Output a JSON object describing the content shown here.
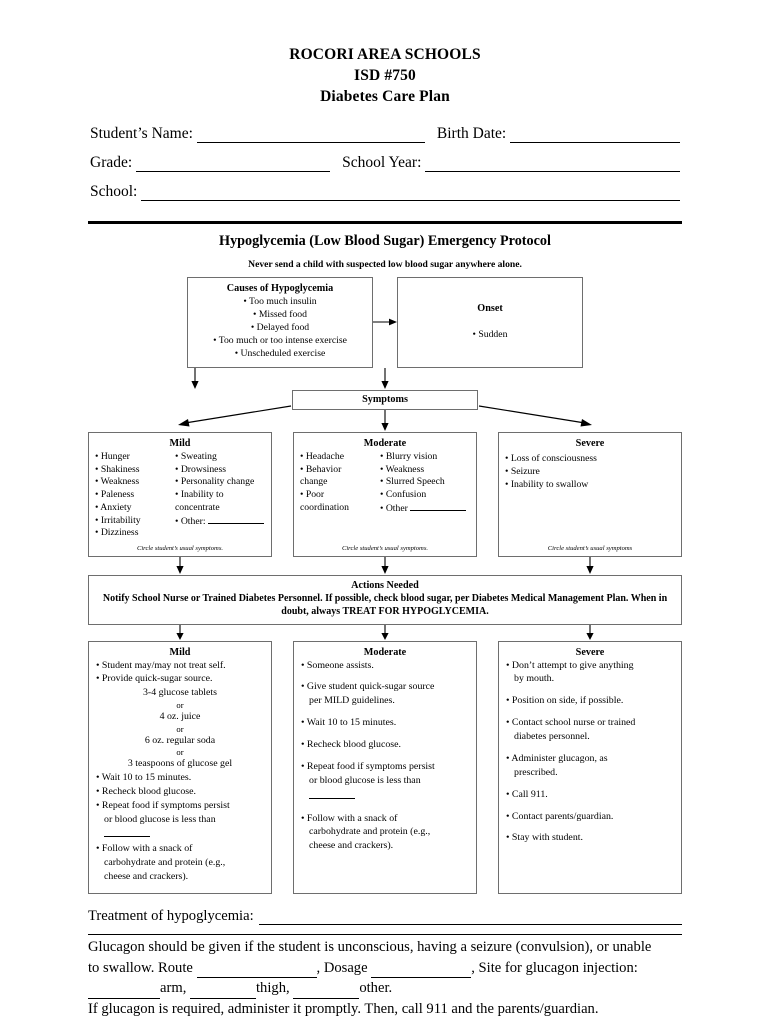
{
  "header": {
    "line1": "ROCORI AREA SCHOOLS",
    "line2": "ISD #750",
    "line3": "Diabetes Care Plan"
  },
  "form": {
    "student_name_label": "Student’s Name:",
    "birth_date_label": "Birth Date:",
    "grade_label": "Grade:",
    "school_year_label": "School Year:",
    "school_label": "School:"
  },
  "protocol": {
    "title": "Hypoglycemia (Low Blood Sugar) Emergency Protocol",
    "warning": "Never send a child with suspected low blood sugar anywhere alone."
  },
  "causes": {
    "title": "Causes of Hypoglycemia",
    "items": [
      "• Too much insulin",
      "• Missed food",
      "• Delayed food",
      "• Too much or too intense exercise",
      "• Unscheduled exercise"
    ]
  },
  "onset": {
    "title": "Onset",
    "item": "• Sudden"
  },
  "symptoms_bar": {
    "title": "Symptoms"
  },
  "symptoms": {
    "mild": {
      "title": "Mild",
      "col_a": [
        "• Hunger",
        "• Shakiness",
        "• Weakness",
        "• Paleness",
        "• Anxiety",
        "• Irritability",
        "• Dizziness"
      ],
      "col_b": [
        "• Sweating",
        "• Drowsiness",
        "• Personality change",
        "• Inability to",
        "   concentrate"
      ],
      "other_label": "• Other:",
      "note": "Circle student’s usual symptoms."
    },
    "moderate": {
      "title": "Moderate",
      "col_a": [
        "• Headache",
        "• Behavior",
        "   change",
        "• Poor",
        "   coordination"
      ],
      "col_b": [
        "• Blurry vision",
        "• Weakness",
        "• Slurred Speech",
        "• Confusion"
      ],
      "other_label": "• Other",
      "note": "Circle student’s usual symptoms."
    },
    "severe": {
      "title": "Severe",
      "items": [
        "• Loss of consciousness",
        "• Seizure",
        "• Inability to swallow"
      ],
      "note": "Circle student’s usual symptoms"
    }
  },
  "actions_needed": {
    "title": "Actions Needed",
    "body": "Notify School Nurse or Trained Diabetes Personnel.  If possible, check blood sugar, per Diabetes Medical Management Plan. When in doubt, always TREAT FOR HYPOGLYCEMIA."
  },
  "actions": {
    "mild": {
      "title": "Mild",
      "item1": "• Student may/may not treat self.",
      "item2": "• Provide quick-sugar source.",
      "options": [
        "3-4 glucose tablets",
        "4 oz. juice",
        "6 oz. regular soda",
        "3 teaspoons of glucose gel"
      ],
      "or_text": "or",
      "item3": "• Wait 10 to 15 minutes.",
      "item4": "• Recheck blood glucose.",
      "item5a": "• Repeat food if symptoms persist",
      "item5b": "or blood glucose is less than",
      "item6": "• Follow with a snack of",
      "item6b": "carbohydrate and protein (e.g.,",
      "item6c": "cheese and crackers)."
    },
    "moderate": {
      "title": "Moderate",
      "item1": "• Someone assists.",
      "item2a": "• Give student quick-sugar source",
      "item2b": "per MILD guidelines.",
      "item3": "• Wait 10 to 15 minutes.",
      "item4": "• Recheck blood glucose.",
      "item5a": "• Repeat food if symptoms persist",
      "item5b": "or blood glucose is less than",
      "item6": "• Follow with a snack of",
      "item6b": "carbohydrate and protein (e.g.,",
      "item6c": "cheese and crackers)."
    },
    "severe": {
      "title": "Severe",
      "item1a": "• Don’t attempt to give anything",
      "item1b": "by mouth.",
      "item2": "• Position on side, if possible.",
      "item3a": "• Contact school nurse or trained",
      "item3b": "diabetes personnel.",
      "item4a": "• Administer glucagon, as",
      "item4b": "prescribed.",
      "item5": "• Call 911.",
      "item6": "• Contact parents/guardian.",
      "item7": "• Stay with student."
    }
  },
  "bottom": {
    "treatment_label": "Treatment of hypoglycemia:",
    "glucagon_line1": "Glucagon should be given if the student is unconscious, having a seizure (convulsion), or unable",
    "glucagon_line2_a": "to swallow.  Route",
    "glucagon_line2_b": ", Dosage",
    "glucagon_line2_c": ", Site for glucagon injection:",
    "glucagon_line3_a": "arm,",
    "glucagon_line3_b": "thigh,",
    "glucagon_line3_c": "other.",
    "glucagon_line4": "If glucagon is required, administer it promptly.  Then, call 911 and the parents/guardian."
  }
}
